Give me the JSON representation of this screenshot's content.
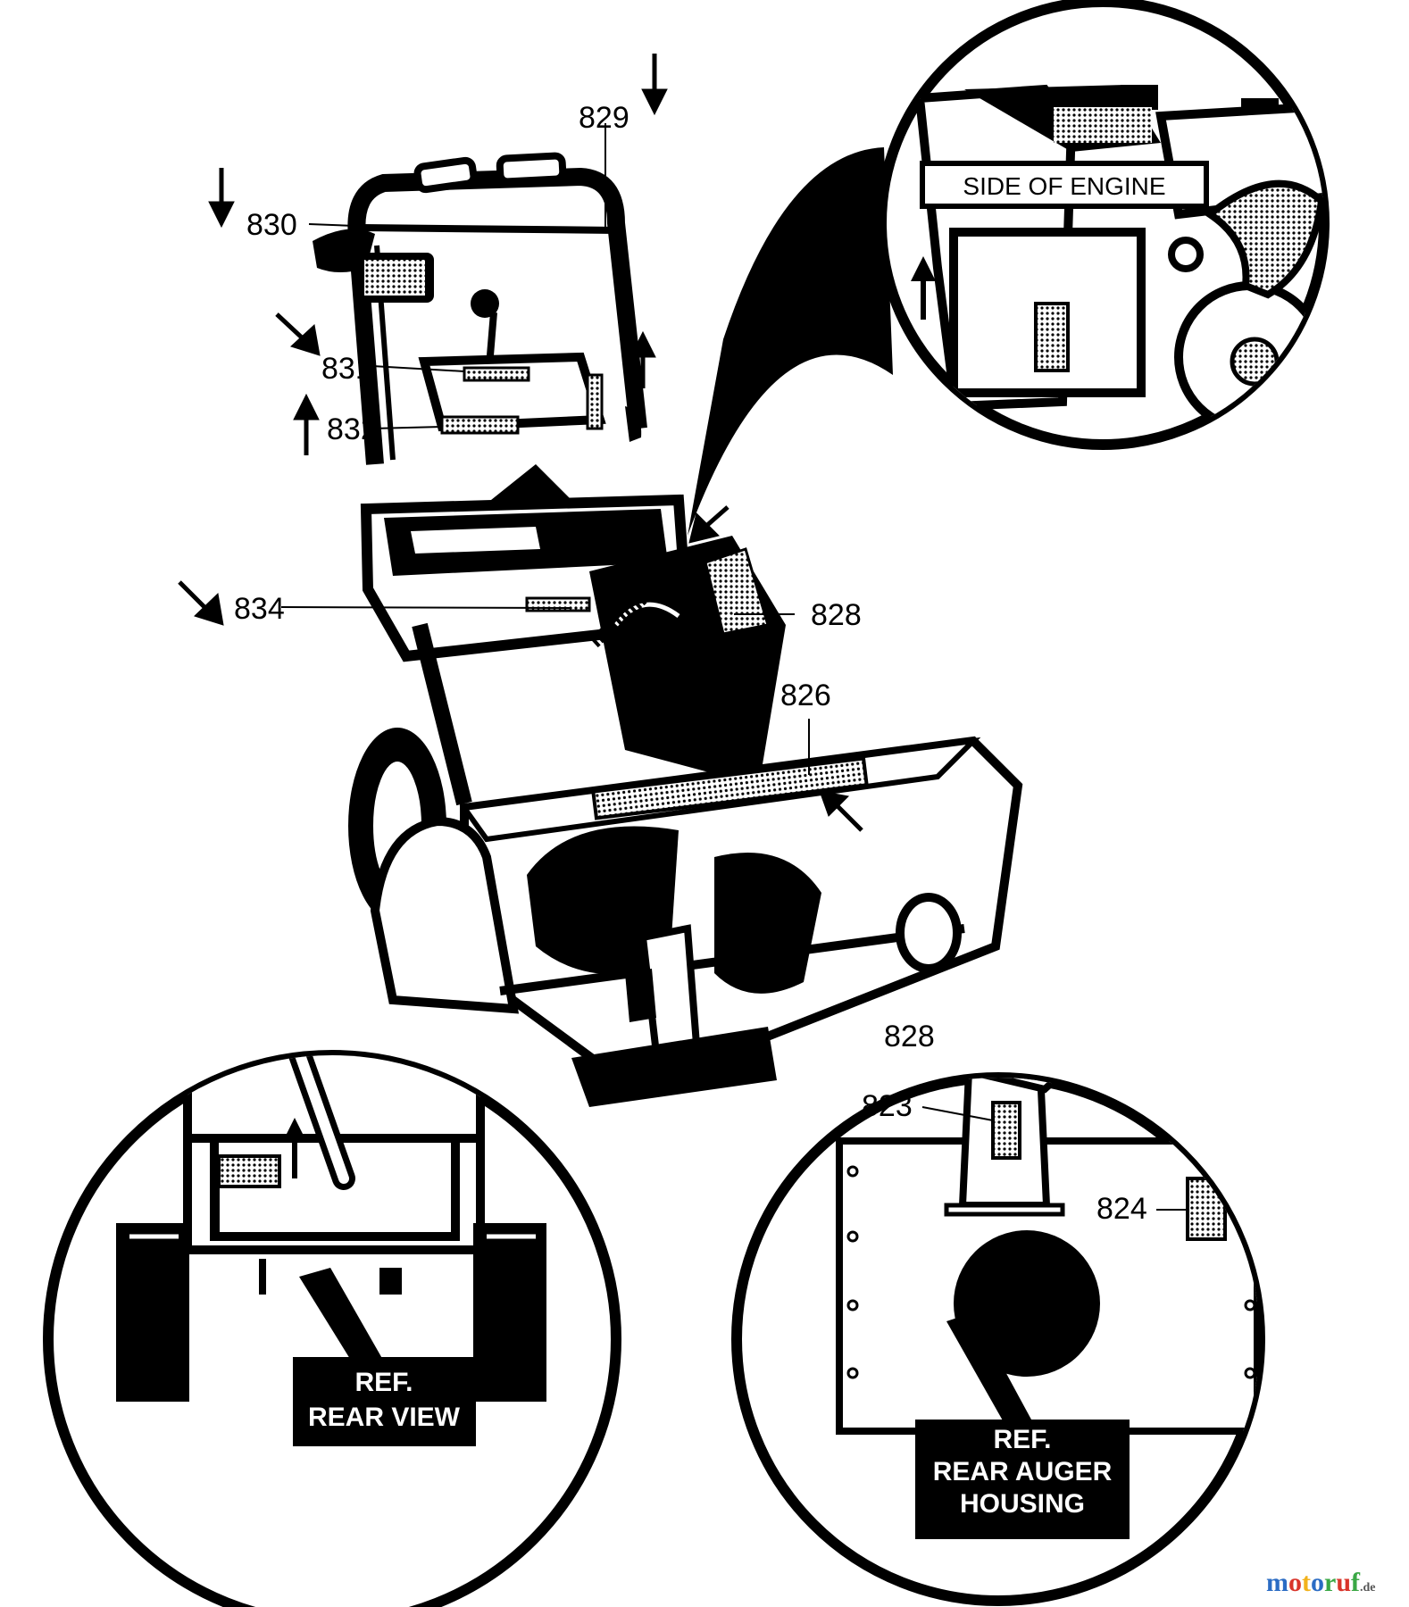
{
  "parts": {
    "p829": "829",
    "p830": "830",
    "p831": "831",
    "p832": "832",
    "p834": "834",
    "p828": "828",
    "p826": "826",
    "p828b": "828",
    "p823": "823",
    "p824": "824"
  },
  "callouts": {
    "engine": "SIDE OF ENGINE",
    "rear_view_line1": "REF.",
    "rear_view_line2": "REAR VIEW",
    "auger_line1": "REF.",
    "auger_line2": "REAR AUGER",
    "auger_line3": "HOUSING"
  },
  "watermark": {
    "m": "m",
    "o1": "o",
    "t": "t",
    "o2": "o",
    "r": "r",
    "u": "u",
    "f": "f",
    "de": ".de",
    "colors": [
      "#2b6cc4",
      "#d9342b",
      "#f2b21c",
      "#2b6cc4",
      "#3aa845",
      "#d9342b",
      "#3aa845"
    ]
  }
}
